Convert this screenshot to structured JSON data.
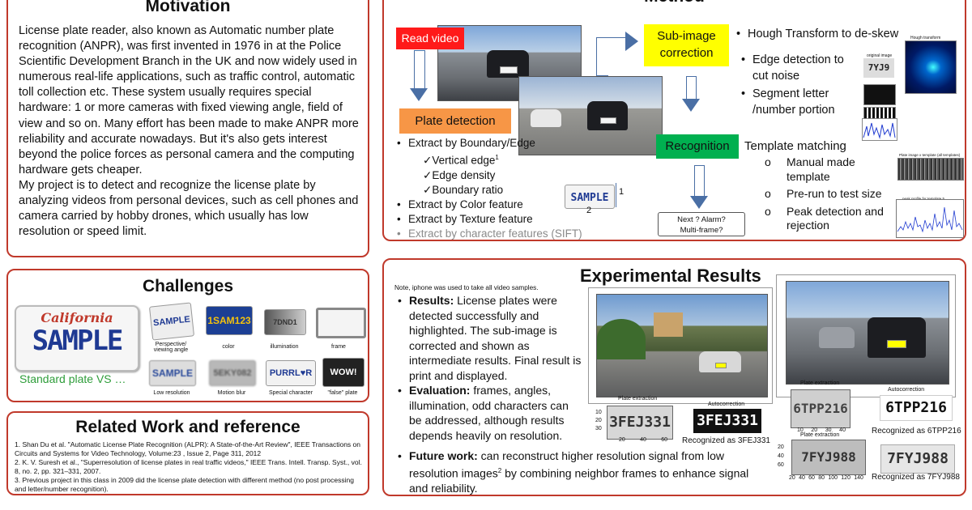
{
  "motivation": {
    "title": "Motivation",
    "paragraph1": "License plate reader, also known as Automatic number plate recognition (ANPR), was first invented in 1976 in at the Police Scientific Development Branch in the UK and now widely used in numerous real-life applications, such as traffic control, automatic toll collection etc. These system usually requires special hardware: 1 or more cameras with fixed viewing angle, field of view and so on. Many effort has been made to make ANPR more reliability and accurate nowadays. But it's also gets interest beyond the police forces as personal camera and the computing hardware gets cheaper.",
    "paragraph2": "My project is to detect and recognize the license plate by analyzing videos from personal devices, such as cell phones and camera carried by hobby drones, which usually has low resolution or speed limit."
  },
  "challenges": {
    "title": "Challenges",
    "plate_state": "California",
    "plate_text": "SAMPLE",
    "standard_label": "Standard plate VS …",
    "thumbs": [
      {
        "text": "SAMPLE",
        "caption": "Perspective/\nviewing angle"
      },
      {
        "text": "1SAM123",
        "caption": "color"
      },
      {
        "text": "7DND1",
        "caption": "illumination"
      },
      {
        "text": "",
        "caption": "frame"
      },
      {
        "text": "SAMPLE",
        "caption": "Low resolution"
      },
      {
        "text": "5EKY082",
        "caption": "Motion blur"
      },
      {
        "text": "PURRL♥R",
        "caption": "Special character"
      },
      {
        "text": "WOW!",
        "caption": "\"false\" plate"
      }
    ]
  },
  "related": {
    "title": "Related Work and reference",
    "refs": [
      "1.  Shan Du et al. \"Automatic License Plate Recognition (ALPR): A State-of-the-Art Review\", IEEE Transactions on Circuits and Systems for Video Technology, Volume:23 , Issue 2, Page 311, 2012",
      "2.  K. V. Suresh et al., \"Superresolution of license plates in real traffic videos,\" IEEE Trans. Intell. Transp. Syst., vol. 8, no. 2, pp. 321–331, 2007.",
      "3.  Previous project in this class in 2009 did the license plate detection with different method (no post processing and letter/number recognition)."
    ]
  },
  "method": {
    "title": "Method",
    "read_video": "Read video",
    "plate_detection": "Plate detection",
    "subimage": "Sub-image\ncorrection",
    "recognition": "Recognition",
    "next_box": "Next ? Alarm?\nMulti-frame?",
    "plate_sample": "SAMPLE",
    "dim_w": "2",
    "dim_h": "1",
    "subimage_bullets": [
      "Hough Transform to de-skew",
      "Edge detection to cut noise",
      "Segment letter /number portion"
    ],
    "thumb_title_1": "original image",
    "thumb_title_2": "Hough transform",
    "seg_text": "7YJ9",
    "detection_bullets": {
      "b1": "Extract by Boundary/Edge",
      "sub": [
        "Vertical edge",
        "Edge density",
        "Boundary ratio"
      ],
      "sup": "1",
      "b2": "Extract by Color feature",
      "b3": "Extract by Texture feature",
      "b4": "Extract by character features (SIFT)"
    },
    "template_title": "Template matching",
    "template_items": [
      "Manual made template",
      "Pre-run to test size",
      "Peak detection and rejection"
    ],
    "chart_title_1": "Plate image x template (all templates)",
    "chart_title_2": "peak profile for template 5"
  },
  "results": {
    "title": "Experimental Results",
    "note": "Note, iphone was used to take all video samples.",
    "results_label": "Results:",
    "results_text": " License plates were detected successfully and highlighted. The sub-image is corrected and shown as intermediate results. Final result is print and displayed.",
    "eval_label": "Evaluation:",
    "eval_text": " frames, angles, illumination, odd characters can be addressed, although results depends heavily on resolution.",
    "future_label": "Future work:",
    "future_text": " can reconstruct higher resolution signal from low resolution images",
    "future_sup": "2",
    "future_text2": " by combining neighbor frames to enhance signal and reliability.",
    "plate_extraction": "Plate extraction",
    "autocorrection": "Autocorrection",
    "rec1_plate": "3FEJ331",
    "rec1": "Recognized as 3FEJ331",
    "rec2_plate": "6TPP216",
    "rec2": "Recognized as 6TPP216",
    "rec3_plate": "7FYJ988",
    "rec3": "Recognized as 7FYJ988",
    "axis_ticks_a": [
      "10",
      "20",
      "30"
    ],
    "axis_ticks_b": [
      "20",
      "40",
      "60"
    ],
    "axis_ticks_c": [
      "10",
      "20",
      "30",
      "40"
    ],
    "axis_ticks_d": [
      "20",
      "40",
      "60",
      "80",
      "100",
      "120",
      "140"
    ]
  },
  "colors": {
    "border": "#c0392b",
    "read_video": "#ff1a1a",
    "plate_detection": "#f79646",
    "subimage": "#ffff00",
    "recognition": "#00b050"
  }
}
